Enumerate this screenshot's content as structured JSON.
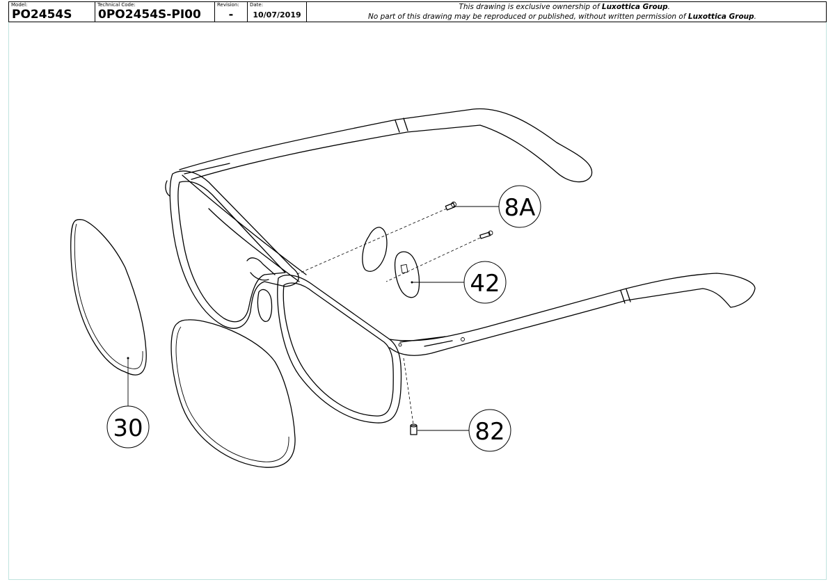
{
  "title_block": {
    "model_label": "Model:",
    "model_value": "PO2454S",
    "technical_code_label": "Technical Code:",
    "technical_code_value": "0PO2454S-PI00",
    "revision_label": "Revision:",
    "revision_value": "-",
    "date_label": "Date:",
    "date_value": "10/07/2019",
    "notice_line1_prefix": "This drawing is exclusive ownership of ",
    "notice_line1_owner": "Luxottica Group",
    "notice_line1_suffix": ".",
    "notice_line2_prefix": "No part of this drawing may be reproduced or published, without written permission of ",
    "notice_line2_owner": "Luxottica Group",
    "notice_line2_suffix": "."
  },
  "callouts": [
    {
      "id": "8A",
      "label": "8A"
    },
    {
      "id": "42",
      "label": "42"
    },
    {
      "id": "30",
      "label": "30"
    },
    {
      "id": "82",
      "label": "82"
    }
  ]
}
